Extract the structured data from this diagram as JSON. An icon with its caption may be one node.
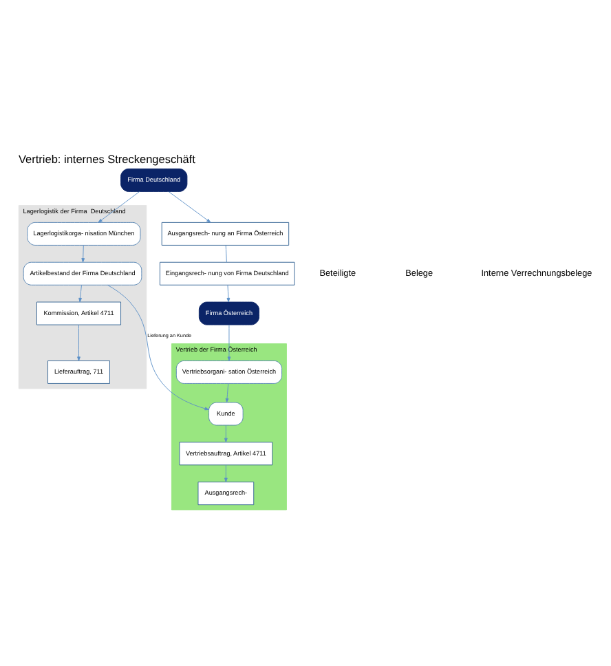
{
  "diagram": {
    "title": "Vertrieb: internes Streckengeschäft",
    "nodes": [
      {
        "text": [
          "Firma Österreich"
        ]
      },
      {
        "text": [
          "Vertrieb der Firma Österreich"
        ]
      },
      {
        "text": [
          "Vertriebsorgani- sation Österreich"
        ],
        "in": 1
      },
      {
        "text": [
          "Kunde"
        ],
        "in": 1
      },
      {
        "text": [
          "Ausgangsrech-"
        ],
        "in": 1
      },
      {
        "text": [
          "Vertriebsauftrag, Artikel 4711"
        ],
        "in": 1
      },
      {
        "text": [
          "Lagerlogistik der Firma  Deutschland"
        ]
      },
      {
        "text": [
          "Artikelbestand der Firma Deutschland"
        ],
        "in": 6
      },
      {
        "text": [
          "Lieferauftrag, 711"
        ],
        "in": 6
      },
      {
        "text": [
          "Kommission, Artikel 4711"
        ],
        "in": 6
      },
      {
        "text": [
          "Lagerlogistikorga- nisation München"
        ],
        "in": 6
      },
      {
        "text": [
          "Firma Deutschland"
        ]
      },
      {
        "text": [
          "Eingangsrech- nung von Firma Deutschland"
        ]
      },
      {
        "text": [
          "Ausgangsrech- nung an Firma Österreich"
        ]
      }
    ],
    "edges": [
      {
        "from": 0,
        "to": 2,
        "arrow": "to"
      },
      {
        "from": 2,
        "to": 3,
        "arrow": "to"
      },
      {
        "from": 7,
        "to": 3,
        "arrow": "to",
        "label": "Lieferung an Kunde"
      },
      {
        "from": 3,
        "to": 5,
        "arrow": "to"
      },
      {
        "from": 5,
        "to": 4,
        "arrow": "to"
      },
      {
        "from": 7,
        "to": 9,
        "arrow": "to"
      },
      {
        "from": 9,
        "to": 8,
        "arrow": "to"
      },
      {
        "from": 10,
        "to": 7,
        "arrow": "to"
      },
      {
        "from": 11,
        "to": 10,
        "arrow": "to"
      },
      {
        "from": 11,
        "to": 13,
        "arrow": "to"
      },
      {
        "from": 13,
        "to": 12,
        "arrow": "none"
      },
      {
        "from": 12,
        "to": 0,
        "arrow": "to"
      }
    ],
    "labels": [
      "Beteiligte",
      "Belege",
      "Interne Verrechnungsbelege"
    ]
  }
}
